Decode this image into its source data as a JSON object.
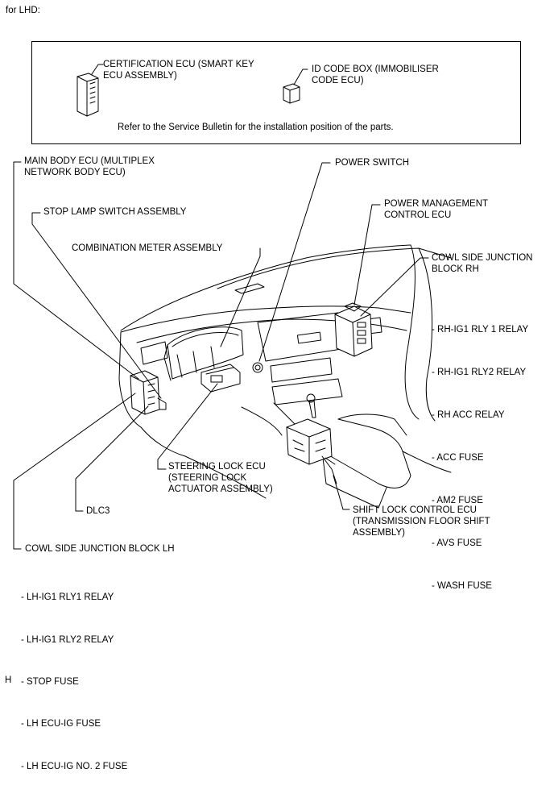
{
  "header": {
    "variant_label": "for LHD:"
  },
  "note_box": {
    "certification_ecu": "CERTIFICATION ECU (SMART KEY\nECU ASSEMBLY)",
    "id_code_box": "ID CODE BOX (IMMOBILISER\nCODE ECU)",
    "note": "Refer to the Service Bulletin for the installation position of the parts."
  },
  "labels": {
    "main_body_ecu": "MAIN BODY ECU (MULTIPLEX\nNETWORK BODY ECU)",
    "stop_lamp_switch": "STOP LAMP SWITCH ASSEMBLY",
    "combination_meter": "COMBINATION METER ASSEMBLY",
    "power_switch": "POWER SWITCH",
    "power_management": "POWER MANAGEMENT\nCONTROL ECU",
    "cowl_side_rh": "COWL SIDE JUNCTION\nBLOCK RH",
    "steering_lock_ecu": "STEERING LOCK ECU\n(STEERING LOCK\nACTUATOR ASSEMBLY)",
    "dlc3": "DLC3",
    "shift_lock_ecu": "SHIFT LOCK CONTROL ECU\n(TRANSMISSION FLOOR SHIFT\nASSEMBLY)",
    "cowl_side_lh": "COWL SIDE JUNCTION BLOCK LH"
  },
  "rh_items": [
    "- RH-IG1 RLY 1 RELAY",
    "- RH-IG1 RLY2 RELAY",
    "- RH ACC RELAY",
    "- ACC FUSE",
    "- AM2 FUSE",
    "- AVS FUSE",
    "- WASH FUSE"
  ],
  "lh_items": [
    "- LH-IG1 RLY1 RELAY",
    "- LH-IG1 RLY2 RELAY",
    "- STOP FUSE",
    "- LH ECU-IG FUSE",
    "- LH ECU-IG NO. 2 FUSE"
  ],
  "footer": {
    "code": "H"
  }
}
